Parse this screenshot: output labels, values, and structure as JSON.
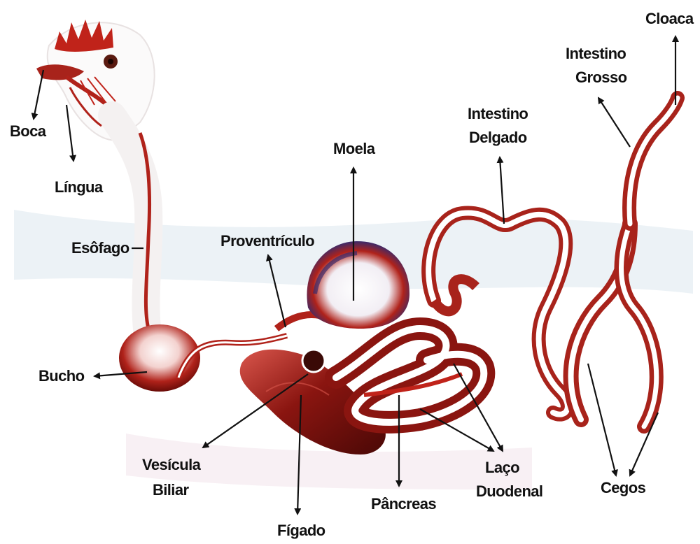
{
  "colors": {
    "organ_dark": "#7a0f0a",
    "organ_mid": "#b0221a",
    "organ_light": "#d9564c",
    "comb": "#c0231a",
    "gizzard_top": "#3a2a6a",
    "shadow_blue": "#d6e2ea",
    "text": "#111111"
  },
  "labels": {
    "boca": "Boca",
    "lingua": "Língua",
    "esofago": "Esôfago",
    "bucho": "Bucho",
    "proventriculo": "Proventrículo",
    "moela": "Moela",
    "intestino_delgado_1": "Intestino",
    "intestino_delgado_2": "Delgado",
    "intestino_grosso_1": "Intestino",
    "intestino_grosso_2": "Grosso",
    "cloaca": "Cloaca",
    "vesicula_1": "Vesícula",
    "vesicula_2": "Biliar",
    "figado": "Fígado",
    "pancreas": "Pâncreas",
    "laco_1": "Laço",
    "laco_2": "Duodenal",
    "cegos": "Cegos"
  }
}
